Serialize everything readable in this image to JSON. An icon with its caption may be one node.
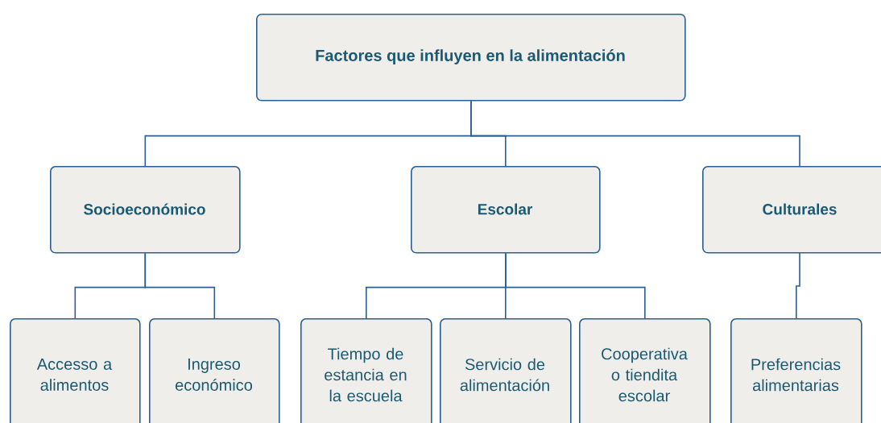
{
  "diagram": {
    "nodes": [
      {
        "text": [
          "Factores que influyen en la alimentación"
        ]
      },
      {
        "text": [
          "Socioeconómico"
        ]
      },
      {
        "text": [
          "Escolar"
        ]
      },
      {
        "text": [
          "Culturales"
        ]
      },
      {
        "text": [
          "Accesso a alimentos"
        ]
      },
      {
        "text": [
          "Ingreso económico"
        ]
      },
      {
        "text": [
          "Tiempo de estancia en la escuela"
        ]
      },
      {
        "text": [
          "Servicio de alimentación"
        ]
      },
      {
        "text": [
          "Cooperativa o tiendita escolar"
        ]
      },
      {
        "text": [
          "Preferencias alimentarias"
        ]
      }
    ],
    "edges": [
      {
        "from": 0,
        "to": 1,
        "arrow": "none"
      },
      {
        "from": 0,
        "to": 2,
        "arrow": "none"
      },
      {
        "from": 0,
        "to": 3,
        "arrow": "none"
      },
      {
        "from": 1,
        "to": 4,
        "arrow": "none"
      },
      {
        "from": 1,
        "to": 5,
        "arrow": "none"
      },
      {
        "from": 2,
        "to": 6,
        "arrow": "none"
      },
      {
        "from": 2,
        "to": 7,
        "arrow": "none"
      },
      {
        "from": 2,
        "to": 8,
        "arrow": "none"
      },
      {
        "from": 3,
        "to": 9,
        "arrow": "none"
      }
    ]
  }
}
